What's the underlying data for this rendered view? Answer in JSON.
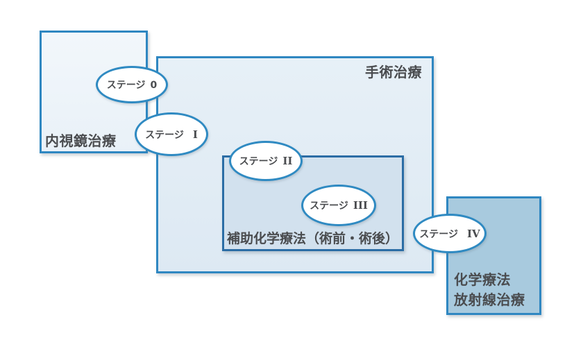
{
  "diagram": {
    "boxes": {
      "endoscopic": {
        "label": "内視鏡治療"
      },
      "surgery": {
        "label": "手術治療"
      },
      "adjuvant": {
        "label": "補助化学療法（術前・術後）"
      },
      "chemo_radiation": {
        "line1": "化学療法",
        "line2": "放射線治療"
      }
    },
    "stages": [
      {
        "prefix": "ステージ",
        "numeral": "0"
      },
      {
        "prefix": "ステージ",
        "numeral": "I"
      },
      {
        "prefix": "ステージ",
        "numeral": "II"
      },
      {
        "prefix": "ステージ",
        "numeral": "III"
      },
      {
        "prefix": "ステージ",
        "numeral": "IV"
      }
    ],
    "colors": {
      "outer_border": "#2f87c1",
      "inner_border": "#2b6da5",
      "ellipse_border": "#2f8ac2",
      "endoscopic_fill": "#eef3f9",
      "surgery_fill": "#e2ecf5",
      "adjuvant_fill": "#d2e1ee",
      "chemo_radiation_fill": "#a8cade",
      "ellipse_fill": "#ffffff",
      "text": "#4a4c4f"
    }
  }
}
